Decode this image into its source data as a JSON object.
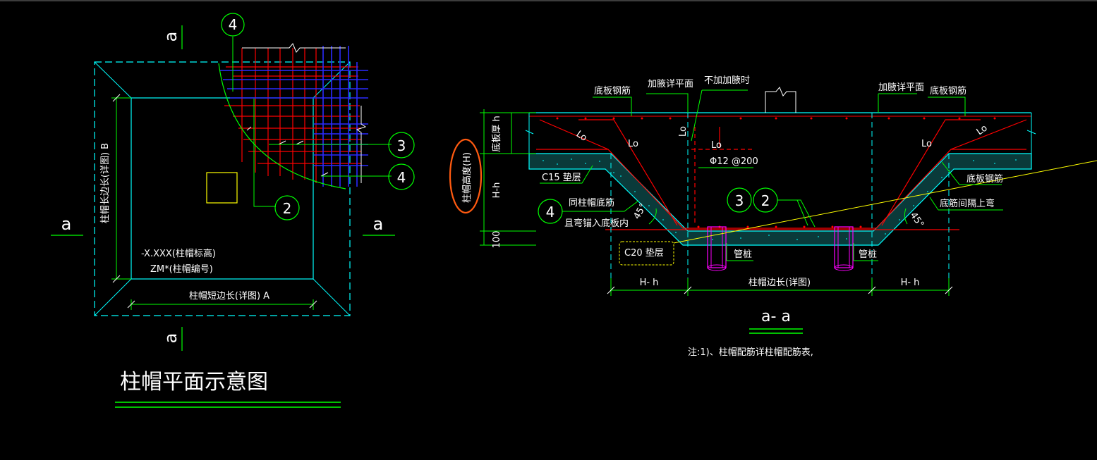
{
  "plan": {
    "title": "柱帽平面示意图",
    "section_marks": [
      "a",
      "a",
      "a",
      "a"
    ],
    "dim_long": "柱帽长边长(详图)   B",
    "dim_short": "柱帽短边长(详图)   A",
    "elevation": "-X.XXX(柱帽标高)",
    "code": "ZM*(柱帽编号)",
    "callouts": [
      "4",
      "3",
      "4",
      "2"
    ]
  },
  "section": {
    "title": "a- a",
    "labels": {
      "bottom_rebar_left": "底板钢筋",
      "haunch_left": "加腋详平面",
      "no_haunch": "不加加腋时",
      "haunch_right": "加腋详平面",
      "bottom_rebar_right": "底板钢筋",
      "slab_thickness": "底板厚  h",
      "cap_height": "柱帽高度(H)",
      "hh": "H-h",
      "dim_100": "100",
      "c15": "C15 垫层",
      "c20": "C20 垫层",
      "lo": "Lo",
      "rebar_spec": "Φ12 @200",
      "same_cap_rebar": "同柱帽底筋",
      "bend_anchor": "且弯锚入底板内",
      "angle_left": "45°",
      "angle_right": "45°",
      "bottom_rebar_r2": "底板钢筋",
      "bottom_bend": "底筋间隔上弯",
      "pile1": "管桩",
      "pile2": "管桩",
      "dim_left": "H- h",
      "dim_mid": "柱帽边长(详图)",
      "dim_right": "H- h",
      "callouts": [
        "4",
        "3",
        "2"
      ]
    },
    "note": "注:1)、柱帽配筋详柱帽配筋表,"
  },
  "colors": {
    "background": "#000000",
    "cyan": "#00ffff",
    "green": "#00ff00",
    "red": "#ff0000",
    "blue": "#2a2aff",
    "yellow": "#ffff00",
    "white": "#ffffff",
    "magenta": "#ff00ff",
    "orange": "#ff5a10"
  }
}
